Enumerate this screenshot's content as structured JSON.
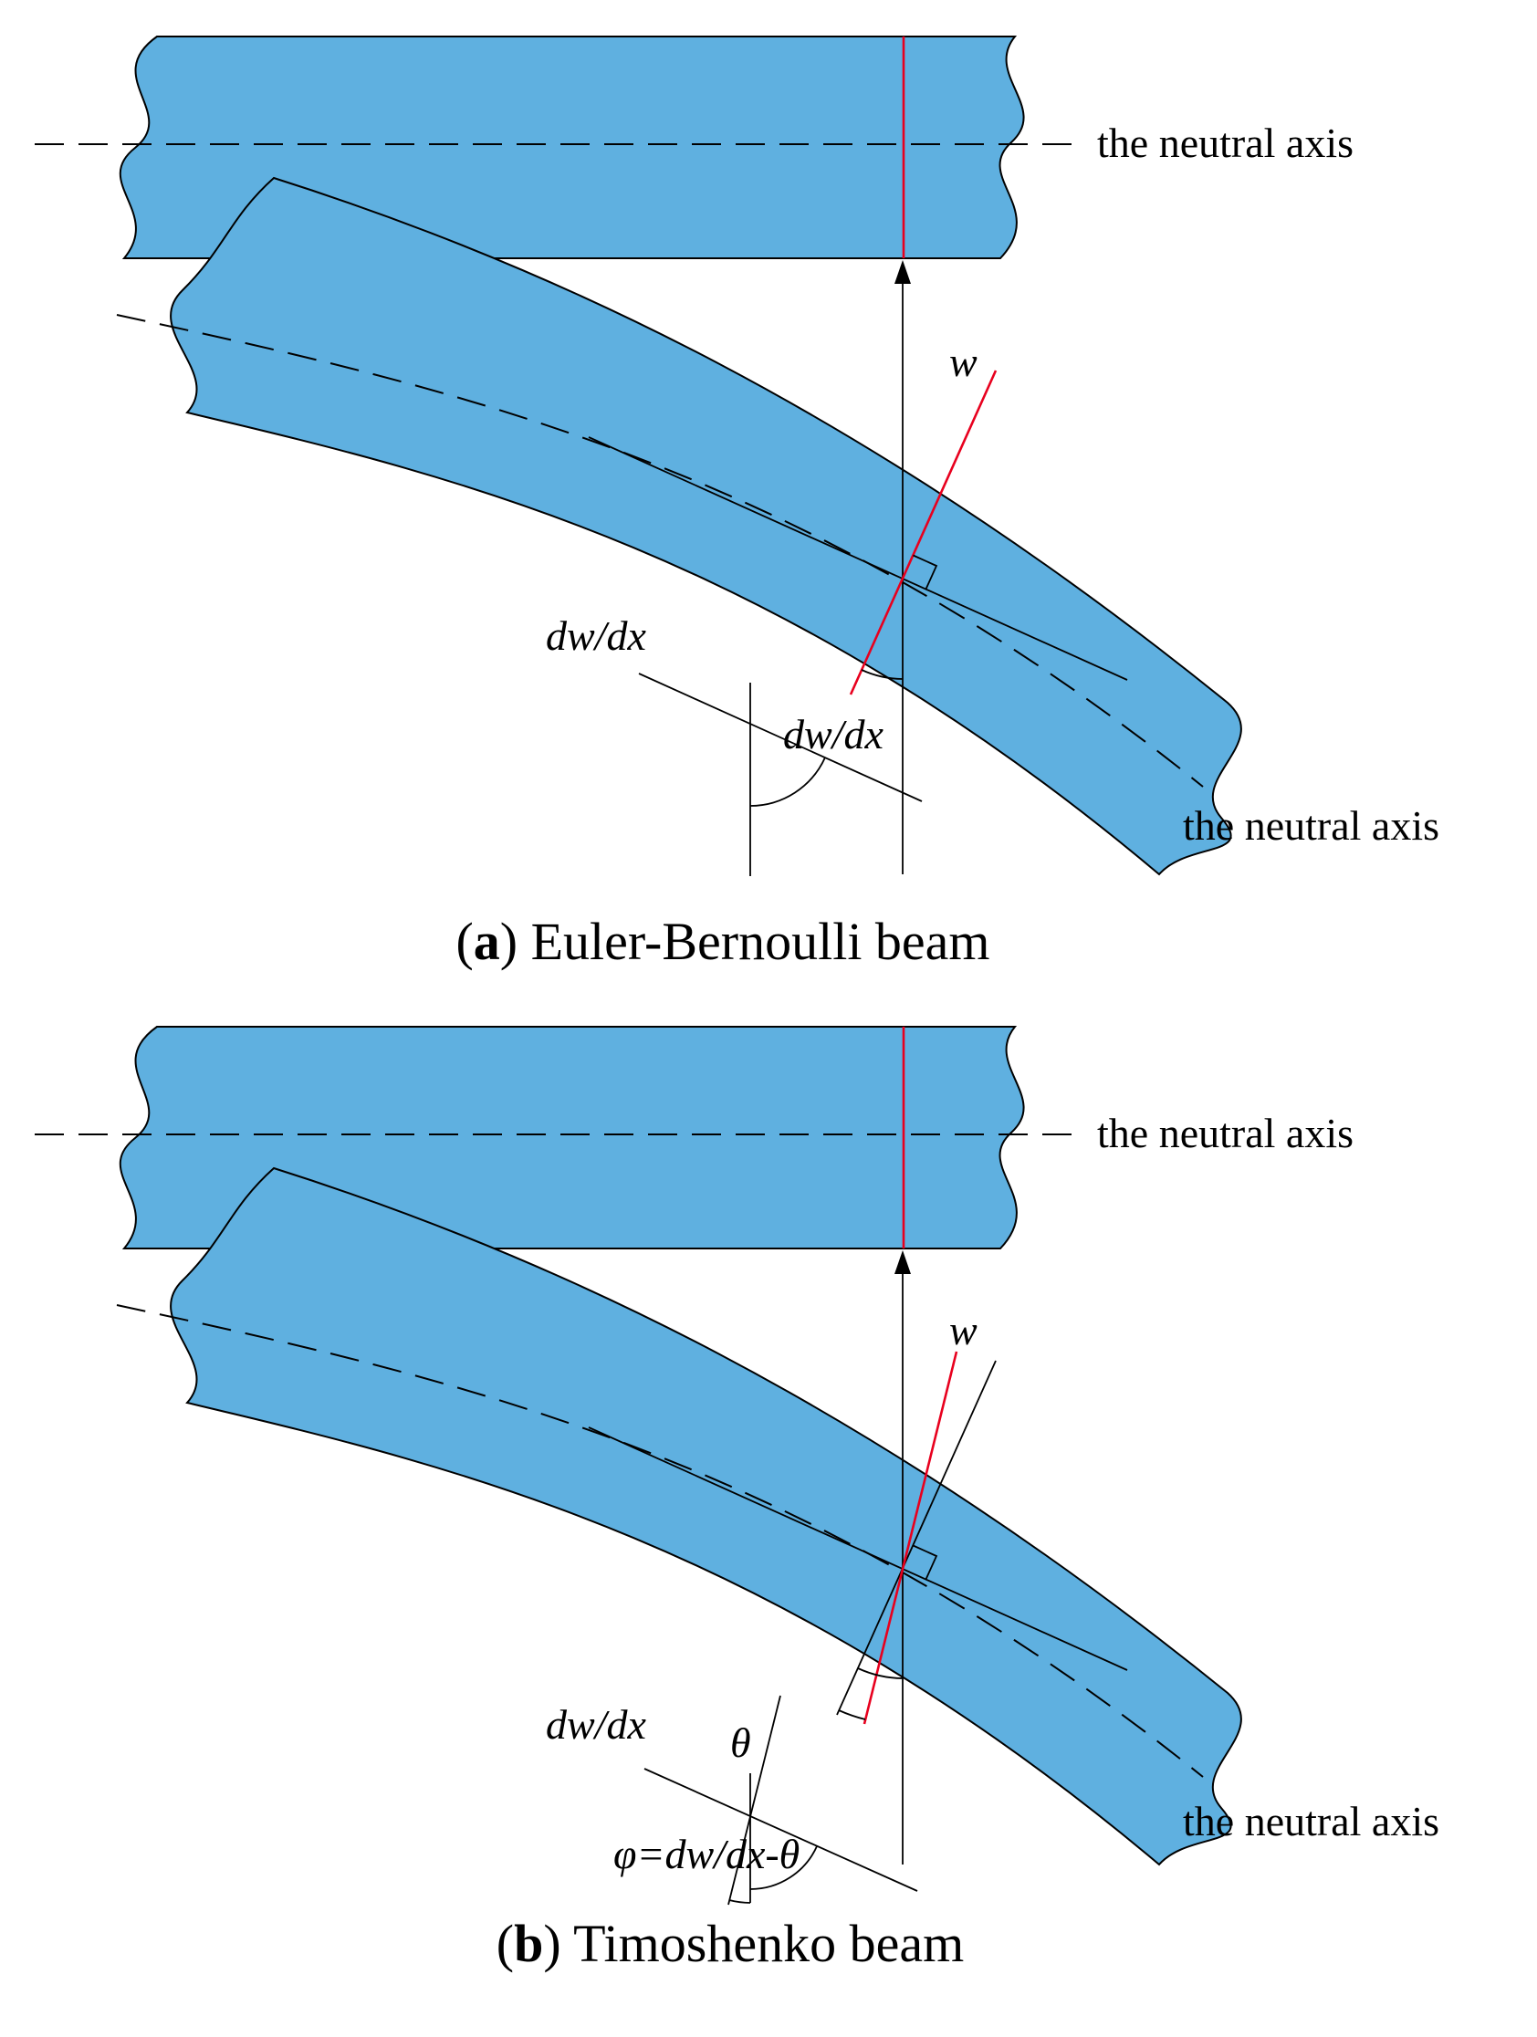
{
  "panel_a": {
    "neutral_axis_top": "the neutral axis",
    "neutral_axis_bottom": "the neutral axis",
    "deflection_label": "w",
    "slope_label_upper": "dw/dx",
    "slope_label_lower": "dw/dx",
    "caption": {
      "open": "(",
      "letter": "a",
      "rest": ") Euler-Bernoulli beam"
    }
  },
  "panel_b": {
    "neutral_axis_top": "the neutral axis",
    "neutral_axis_bottom": "the neutral axis",
    "deflection_label": "w",
    "slope_label": "dw/dx",
    "shear_angle_label": "θ",
    "rotation_label": "φ=dw/dx-θ",
    "caption": {
      "open": "(",
      "letter": "b",
      "rest": ") Timoshenko beam"
    }
  },
  "colors": {
    "beam_fill": "#5fb0e0",
    "section_line_red": "#e8001e",
    "line_black": "#000000"
  }
}
